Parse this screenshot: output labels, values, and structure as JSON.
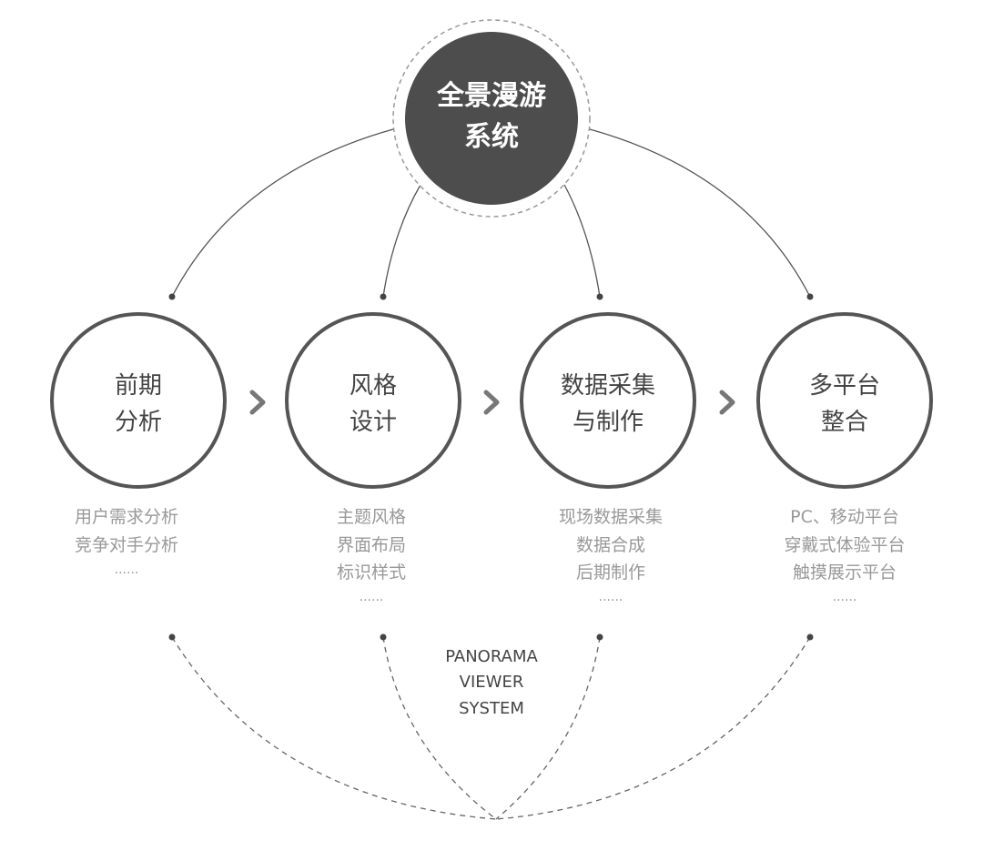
{
  "center": {
    "lines": [
      "全景漫游",
      "系统"
    ]
  },
  "stages": [
    {
      "title": [
        "前期",
        "分析"
      ],
      "items": [
        "用户需求分析",
        "竞争对手分析",
        "······"
      ]
    },
    {
      "title": [
        "风格",
        "设计"
      ],
      "items": [
        "主题风格",
        "界面布局",
        "标识样式",
        "······"
      ]
    },
    {
      "title": [
        "数据采集",
        "与制作"
      ],
      "items": [
        "现场数据采集",
        "数据合成",
        "后期制作",
        "······"
      ]
    },
    {
      "title": [
        "多平台",
        "整合"
      ],
      "items": [
        "PC、移动平台",
        "穿戴式体验平台",
        "触摸展示平台",
        "······"
      ]
    }
  ],
  "arrow_glyph": "›",
  "footer": {
    "lines": [
      "PANORAMA",
      "VIEWER",
      "SYSTEM"
    ]
  },
  "colors": {
    "dark": "#4d4d4d",
    "ring": "#555555",
    "muted": "#999999",
    "line": "#666666"
  }
}
